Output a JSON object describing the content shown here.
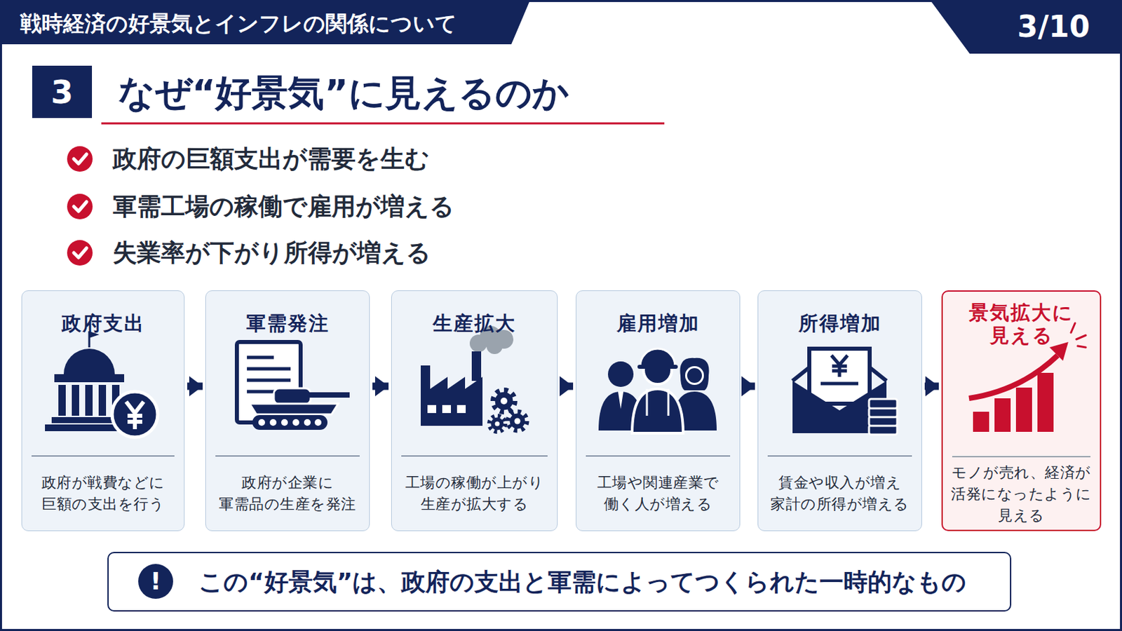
{
  "diagram": {
    "title": "戦時経済の好景気とインフレの関係について",
    "nodes": [
      {
        "text": [
          "政府支出",
          "政府が戦費などに 巨額の支出を行う"
        ]
      },
      {
        "text": [
          "軍需発注",
          "政府が企業に 軍需品の生産を発注"
        ]
      },
      {
        "text": [
          "生産拡大",
          "工場の稼働が上がり 生産が拡大する"
        ]
      },
      {
        "text": [
          "雇用増加",
          "工場や関連産業で 働く人が増える"
        ]
      },
      {
        "text": [
          "所得増加",
          "賃金や収入が増え 家計の所得が増える"
        ]
      },
      {
        "text": [
          "景気拡大に 見える",
          "モノが売れ、経済が 活発になったように 見える"
        ]
      },
      {
        "text": [
          "この“好景気”は、政府の支出と軍需によってつくられた一時的なもの"
        ]
      }
    ],
    "edges": [
      {
        "from": 0,
        "to": 1,
        "arrow": "to"
      },
      {
        "from": 1,
        "to": 2,
        "arrow": "to"
      },
      {
        "from": 2,
        "to": 3,
        "arrow": "to"
      },
      {
        "from": 3,
        "to": 4,
        "arrow": "to"
      },
      {
        "from": 4,
        "to": 5,
        "arrow": "to"
      }
    ],
    "labels": [
      "3/10",
      "3",
      "なぜ“好景気”に見えるのか",
      "政府の巨額支出が需要を生む",
      "軍需工場の稼働で雇用が増える",
      "失業率が下がり所得が増える",
      "!"
    ]
  }
}
